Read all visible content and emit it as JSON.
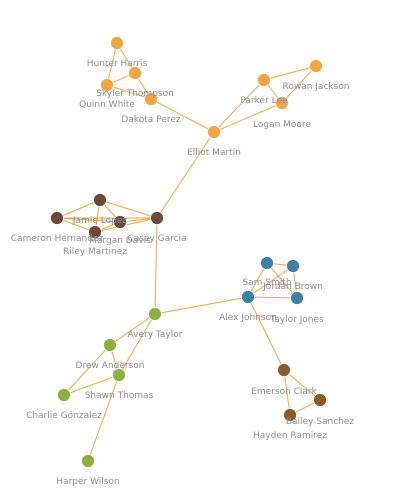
{
  "graph": {
    "colors": {
      "orange": "#f2a541",
      "brown": "#6b4a3a",
      "blue": "#3f7fa6",
      "green": "#8bb03c",
      "copper": "#8c5a2b",
      "edge": "#f2a541",
      "label": "#8c8c8c"
    },
    "nodes": [
      {
        "id": "hunter-harris",
        "label": "Hunter Harris",
        "group": "orange"
      },
      {
        "id": "skyler-thompson",
        "label": "Skyler Thompson",
        "group": "orange"
      },
      {
        "id": "quinn-white",
        "label": "Quinn White",
        "group": "orange"
      },
      {
        "id": "dakota-perez",
        "label": "Dakota Perez",
        "group": "orange"
      },
      {
        "id": "rowan-jackson",
        "label": "Rowan Jackson",
        "group": "orange"
      },
      {
        "id": "parker-lee",
        "label": "Parker Lee",
        "group": "orange"
      },
      {
        "id": "logan-moore",
        "label": "Logan Moore",
        "group": "orange"
      },
      {
        "id": "elliot-martin",
        "label": "Elliot Martin",
        "group": "orange"
      },
      {
        "id": "jamie-lopez",
        "label": "Jamie Lopez",
        "group": "brown"
      },
      {
        "id": "cameron-hernandez",
        "label": "Cameron Hernandez",
        "group": "brown"
      },
      {
        "id": "morgan-davis",
        "label": "Morgan Davis",
        "group": "brown"
      },
      {
        "id": "riley-martinez",
        "label": "Riley Martinez",
        "group": "brown"
      },
      {
        "id": "casey-garcia",
        "label": "Casey Garcia",
        "group": "brown"
      },
      {
        "id": "sam-smith",
        "label": "Sam Smith",
        "group": "blue"
      },
      {
        "id": "jordan-brown",
        "label": "Jordan Brown",
        "group": "blue"
      },
      {
        "id": "alex-johnson",
        "label": "Alex Johnson",
        "group": "blue"
      },
      {
        "id": "taylor-jones",
        "label": "Taylor Jones",
        "group": "blue"
      },
      {
        "id": "avery-taylor",
        "label": "Avery Taylor",
        "group": "green"
      },
      {
        "id": "drew-anderson",
        "label": "Drew Anderson",
        "group": "green"
      },
      {
        "id": "shawn-thomas",
        "label": "Shawn Thomas",
        "group": "green"
      },
      {
        "id": "charlie-gonzalez",
        "label": "Charlie Gonzalez",
        "group": "green"
      },
      {
        "id": "harper-wilson",
        "label": "Harper Wilson",
        "group": "green"
      },
      {
        "id": "emerson-clark",
        "label": "Emerson Clark",
        "group": "copper"
      },
      {
        "id": "bailey-sanchez",
        "label": "Bailey Sanchez",
        "group": "copper"
      },
      {
        "id": "hayden-ramirez",
        "label": "Hayden Ramirez",
        "group": "copper"
      }
    ],
    "edges": [
      [
        "hunter-harris",
        "skyler-thompson"
      ],
      [
        "hunter-harris",
        "quinn-white"
      ],
      [
        "skyler-thompson",
        "quinn-white"
      ],
      [
        "skyler-thompson",
        "dakota-perez"
      ],
      [
        "quinn-white",
        "dakota-perez"
      ],
      [
        "dakota-perez",
        "elliot-martin"
      ],
      [
        "rowan-jackson",
        "parker-lee"
      ],
      [
        "rowan-jackson",
        "logan-moore"
      ],
      [
        "parker-lee",
        "logan-moore"
      ],
      [
        "parker-lee",
        "elliot-martin"
      ],
      [
        "logan-moore",
        "elliot-martin"
      ],
      [
        "elliot-martin",
        "casey-garcia"
      ],
      [
        "jamie-lopez",
        "cameron-hernandez"
      ],
      [
        "jamie-lopez",
        "morgan-davis"
      ],
      [
        "jamie-lopez",
        "riley-martinez"
      ],
      [
        "jamie-lopez",
        "casey-garcia"
      ],
      [
        "cameron-hernandez",
        "morgan-davis"
      ],
      [
        "cameron-hernandez",
        "riley-martinez"
      ],
      [
        "cameron-hernandez",
        "casey-garcia"
      ],
      [
        "morgan-davis",
        "riley-martinez"
      ],
      [
        "morgan-davis",
        "casey-garcia"
      ],
      [
        "riley-martinez",
        "casey-garcia"
      ],
      [
        "casey-garcia",
        "avery-taylor"
      ],
      [
        "sam-smith",
        "jordan-brown"
      ],
      [
        "sam-smith",
        "alex-johnson"
      ],
      [
        "sam-smith",
        "taylor-jones"
      ],
      [
        "jordan-brown",
        "alex-johnson"
      ],
      [
        "jordan-brown",
        "taylor-jones"
      ],
      [
        "alex-johnson",
        "taylor-jones"
      ],
      [
        "alex-johnson",
        "avery-taylor"
      ],
      [
        "alex-johnson",
        "emerson-clark"
      ],
      [
        "avery-taylor",
        "drew-anderson"
      ],
      [
        "avery-taylor",
        "shawn-thomas"
      ],
      [
        "drew-anderson",
        "shawn-thomas"
      ],
      [
        "drew-anderson",
        "charlie-gonzalez"
      ],
      [
        "shawn-thomas",
        "charlie-gonzalez"
      ],
      [
        "shawn-thomas",
        "harper-wilson"
      ],
      [
        "emerson-clark",
        "bailey-sanchez"
      ],
      [
        "emerson-clark",
        "hayden-ramirez"
      ],
      [
        "bailey-sanchez",
        "hayden-ramirez"
      ]
    ]
  }
}
